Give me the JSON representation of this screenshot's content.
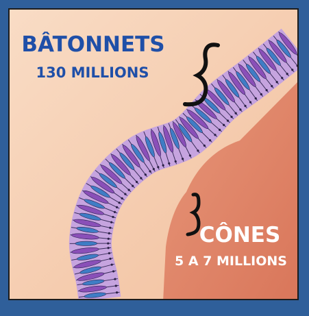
{
  "labels": {
    "rods_title": "BÂTONNETS",
    "rods_count": "130 MILLIONS",
    "cones_title": "CÔNES",
    "cones_count": "5 A 7 MILLIONS"
  },
  "colors": {
    "outer_background": "#2f5f9a",
    "frame_border": "#1c1c1c",
    "upper_region": "#f6ccae",
    "lower_region": "#e2876a",
    "membrane_band": "#c6a4df",
    "rod_color": "#8a4fb8",
    "cone_color": "#3f7dc5",
    "rods_label_color": "#1f4fa8",
    "cones_label_color": "#ffffff"
  }
}
